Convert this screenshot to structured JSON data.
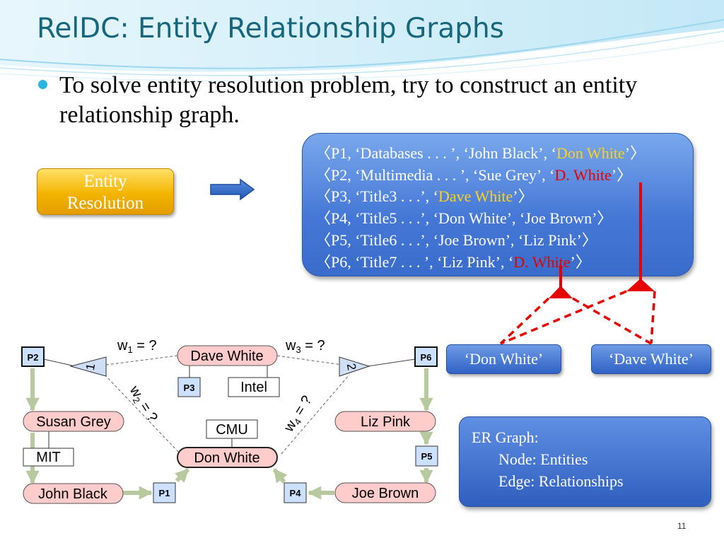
{
  "slide": {
    "title": "RelDC: Entity Relationship Graphs",
    "bullet": "To solve entity resolution problem, try to construct an entity relationship graph.",
    "page_number": "11"
  },
  "entity_resolution_button": {
    "line1": "Entity",
    "line2": "Resolution"
  },
  "tuples": [
    {
      "pre": "〈P1, ‘Databases . . . ’, ‘John Black’, ‘",
      "hl": "Don White",
      "hl_color": "#ffd11a",
      "post": "’〉"
    },
    {
      "pre": "〈P2, ‘Multimedia . . . ’, ‘Sue Grey’, ‘",
      "hl": "D. White",
      "hl_color": "#e60000",
      "post": "’〉"
    },
    {
      "pre": "〈P3, ‘Title3 . . .’, ‘",
      "hl": "Dave White",
      "hl_color": "#ffd11a",
      "post": "’〉"
    },
    {
      "pre": "〈P4, ‘Title5 . . .’, ‘Don White’, ‘Joe Brown’〉",
      "hl": "",
      "hl_color": "",
      "post": ""
    },
    {
      "pre": "〈P5, ‘Title6 . . .’, ‘Joe Brown’, ‘Liz Pink’〉",
      "hl": "",
      "hl_color": "",
      "post": ""
    },
    {
      "pre": "〈P6, ‘Title7 . . . ’, ‘Liz Pink’, ‘",
      "hl": "D. White",
      "hl_color": "#e60000",
      "post": "’〉"
    }
  ],
  "entity_candidates": {
    "left": "‘Don White’",
    "right": "‘Dave White’"
  },
  "er_graph_box": {
    "title": "ER Graph:",
    "node_line": "Node: Entities",
    "edge_line": "Edge: Relationships"
  },
  "graph": {
    "people": {
      "dave_white": "Dave White",
      "don_white": "Don White",
      "susan_grey": "Susan Grey",
      "john_black": "John Black",
      "liz_pink": "Liz Pink",
      "joe_brown": "Joe Brown"
    },
    "papers": {
      "p1": "P1",
      "p2": "P2",
      "p3": "P3",
      "p4": "P4",
      "p5": "P5",
      "p6": "P6"
    },
    "organizations": {
      "mit": "MIT",
      "cmu": "CMU",
      "intel": "Intel"
    },
    "choice_nodes": {
      "n1": "1",
      "n2": "2"
    },
    "weights": {
      "w1": {
        "sym": "w",
        "sub": "1",
        "rest": " = ?"
      },
      "w2": {
        "sym": "w",
        "sub": "2",
        "rest": " = ?"
      },
      "w3": {
        "sym": "w",
        "sub": "3",
        "rest": " = ?"
      },
      "w4": {
        "sym": "w",
        "sub": "4",
        "rest": " = ?"
      }
    }
  },
  "colors": {
    "title": "#16667e",
    "bullet_dot": "#2bb5dd",
    "person_fill": "#ffcccc",
    "paper_fill": "#cce0ff",
    "edge_green": "#b8c9a0",
    "red_dashed": "#e60000",
    "box_blue": "#4477d6",
    "button_gold": "#f4b400"
  }
}
